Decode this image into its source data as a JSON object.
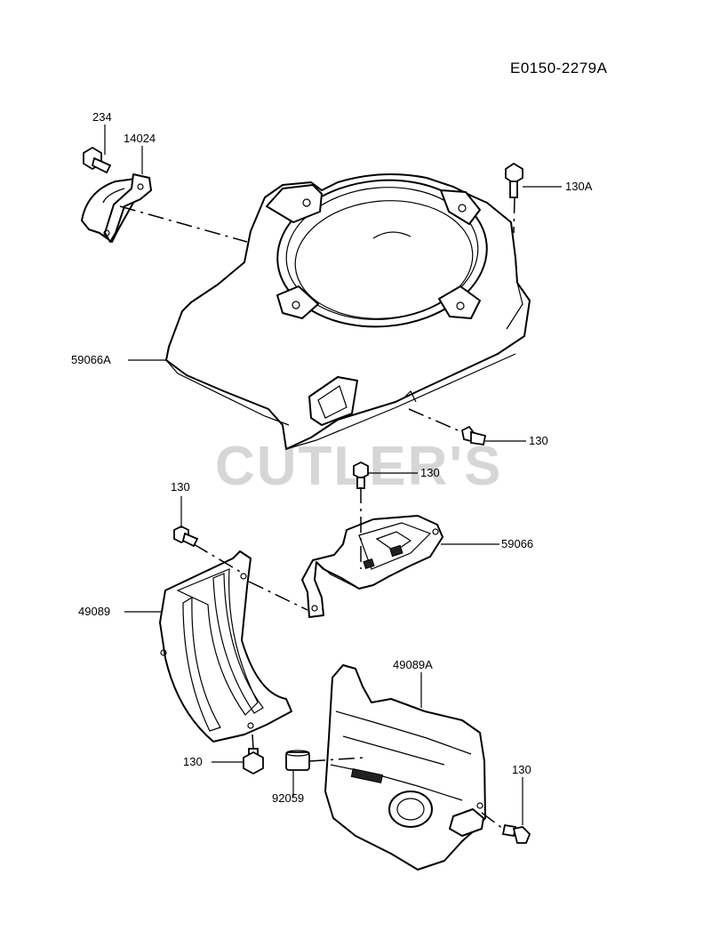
{
  "diagram": {
    "code": "E0150-2279A",
    "watermark": "CUTLER'S",
    "parts": [
      {
        "id": "234"
      },
      {
        "id": "14024"
      },
      {
        "id": "130A"
      },
      {
        "id": "59066A"
      },
      {
        "id": "130",
        "role": "screw-right-of-cover"
      },
      {
        "id": "130",
        "role": "screw-top-of-bracket"
      },
      {
        "id": "130",
        "role": "screw-top-left"
      },
      {
        "id": "59066"
      },
      {
        "id": "49089"
      },
      {
        "id": "49089A"
      },
      {
        "id": "130",
        "role": "screw-bottom-left"
      },
      {
        "id": "92059"
      },
      {
        "id": "130",
        "role": "screw-bottom-right"
      }
    ]
  }
}
